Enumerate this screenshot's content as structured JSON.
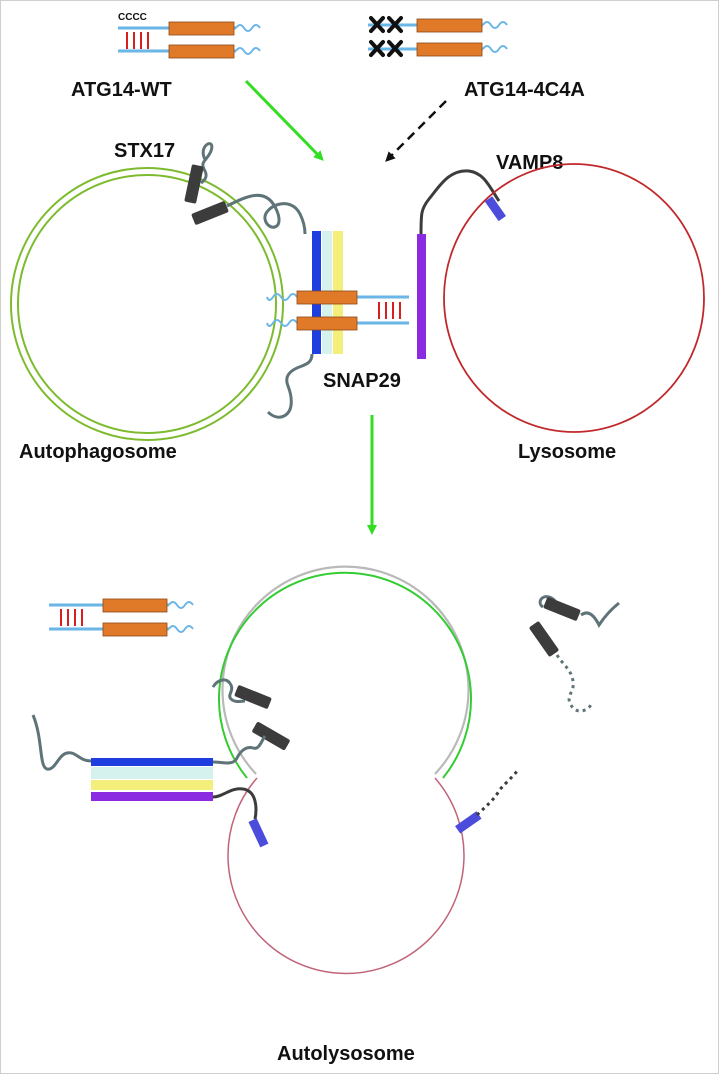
{
  "labels": {
    "atg14_wt": "ATG14-WT",
    "atg14_4c4a": "ATG14-4C4A",
    "cccc": "CCCC",
    "stx17": "STX17",
    "vamp8": "VAMP8",
    "snap29": "SNAP29",
    "autophagosome": "Autophagosome",
    "lysosome": "Lysosome",
    "autolysosome": "Autolysosome"
  },
  "colors": {
    "autophagosome_membrane": "#7dbb2e",
    "lysosome_membrane": "#c0292b",
    "autolysosome_top": "#33cc33",
    "autolysosome_inner": "#b9b9b9",
    "autolysosome_bottom": "#c06478",
    "arrow_green": "#33dd22",
    "arrow_dashed": "#111111",
    "stx17_tmd": "#3c3c3c",
    "stx17_tail": "#5e7478",
    "snap29_blue": "#1f3ee0",
    "snap29_teal": "#d6f2ee",
    "snap29_yellow": "#f4ef7a",
    "vamp8_purple": "#8a2be2",
    "vamp8_tmd": "#4b4bdc",
    "atg14_coil": "#e07a28",
    "atg14_backbone": "#6ab6e6",
    "atg14_cys": "#d81e1e",
    "mutation_x": "#111111"
  }
}
